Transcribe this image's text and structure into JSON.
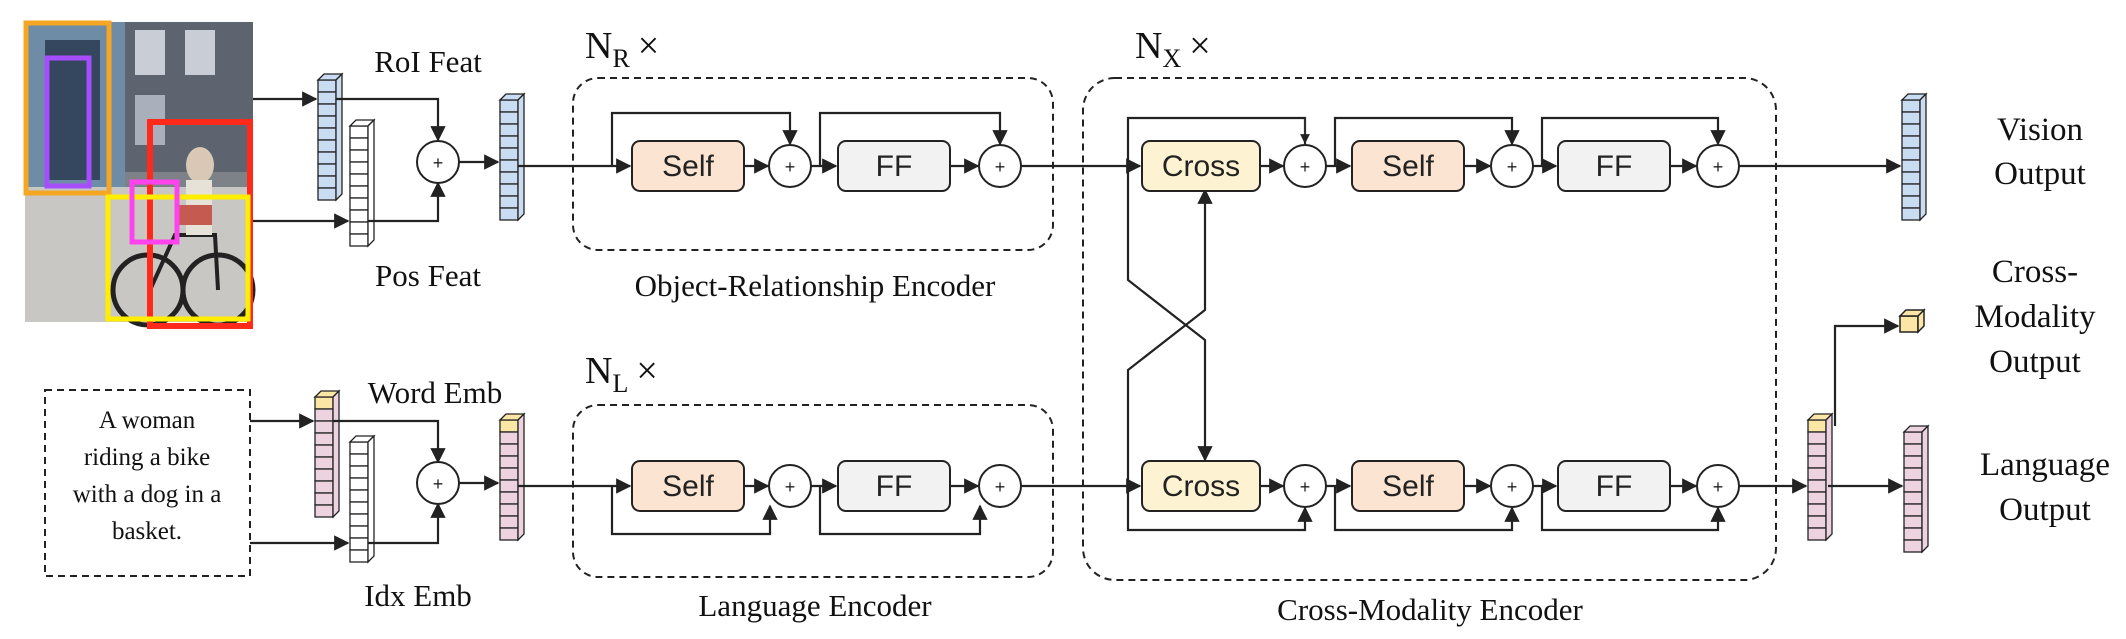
{
  "vision_input": {
    "roi_feat": "RoI Feat",
    "pos_feat": "Pos Feat"
  },
  "language_input": {
    "sentence_lines": [
      "A woman",
      "riding a bike",
      "with a dog in a",
      "basket."
    ],
    "word_emb": "Word Emb",
    "idx_emb": "Idx Emb"
  },
  "object_encoder": {
    "repeat_label": "N",
    "repeat_sub": "R",
    "times": "×",
    "self": "Self",
    "ff": "FF",
    "name": "Object-Relationship Encoder"
  },
  "language_encoder": {
    "repeat_label": "N",
    "repeat_sub": "L",
    "times": "×",
    "self": "Self",
    "ff": "FF",
    "name": "Language Encoder"
  },
  "cross_encoder": {
    "repeat_label": "N",
    "repeat_sub": "X",
    "times": "×",
    "cross": "Cross",
    "self": "Self",
    "ff": "FF",
    "name": "Cross-Modality Encoder"
  },
  "plus_symbol": "+",
  "outputs": {
    "vision": [
      "Vision",
      "Output"
    ],
    "cross": [
      "Cross-",
      "Modality",
      "Output"
    ],
    "language": [
      "Language",
      "Output"
    ]
  },
  "colors": {
    "self_block": "#fce4d2",
    "ff_block": "#f2f2f2",
    "cross_block": "#fdf3d2",
    "vision_feature": "#c9dcf1",
    "language_feature": "#ecd3df",
    "cls_feature": "#fbe6a6",
    "photo_box_orange": "#f5a623",
    "photo_box_purple": "#a64dff",
    "photo_box_red": "#ff2a1a",
    "photo_box_yellow": "#ffee00",
    "photo_box_magenta": "#ff44ee"
  }
}
